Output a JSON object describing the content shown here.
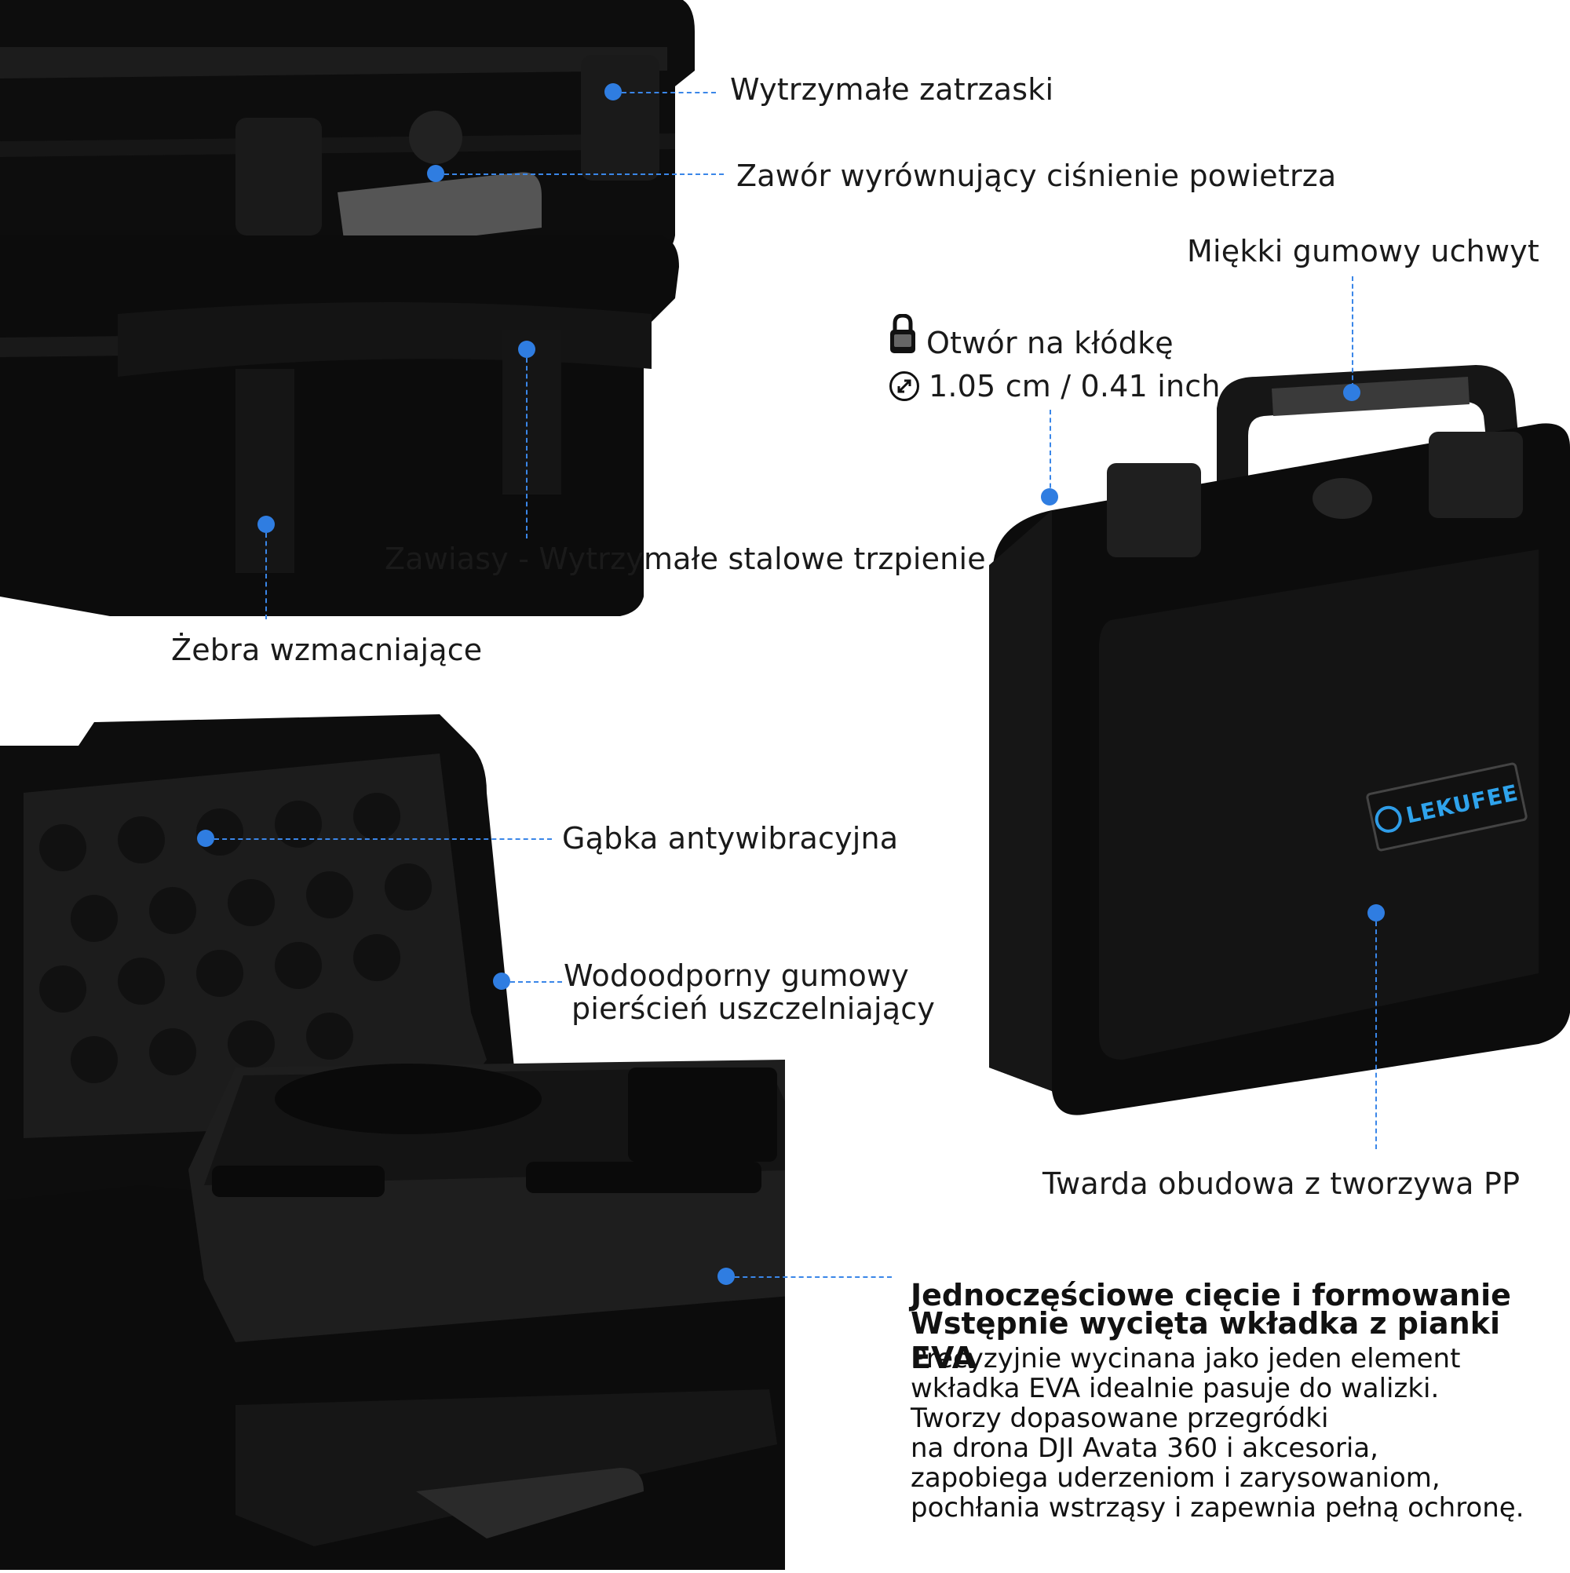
{
  "labels": {
    "latches": "Wytrzymałe zatrzaski",
    "valve": "Zawór wyrównujący ciśnienie powietrza",
    "handle": "Miękki gumowy uchwyt",
    "lock_hole": "Otwór na kłódkę",
    "lock_size": "1.05 cm / 0.41 inch",
    "hinges": "Zawiasy - Wytrzymałe stalowe trzpienie",
    "ribs": "Żebra wzmacniające",
    "foam": "Gąbka antywibracyjna",
    "seal_line1": "Wodoodporny gumowy",
    "seal_line2": "pierścień uszczelniający",
    "shell": "Twarda obudowa z tworzywa PP"
  },
  "brand": "LEKUFEE",
  "eva": {
    "title_line1": "Jednoczęściowe cięcie i formowanie",
    "title_line2": "Wstępnie wycięta wkładka z pianki EVA",
    "body": [
      "Precyzyjnie wycinana jako jeden element",
      "wkładka EVA idealnie pasuje do walizki.",
      "Tworzy dopasowane przegródki",
      "na drona DJI Avata 360 i akcesoria,",
      "zapobiega uderzeniom i zarysowaniom,",
      "pochłania wstrząsy i zapewnia pełną ochronę."
    ]
  },
  "colors": {
    "accent": "#2f7de1",
    "case": "#0b0b0b"
  }
}
